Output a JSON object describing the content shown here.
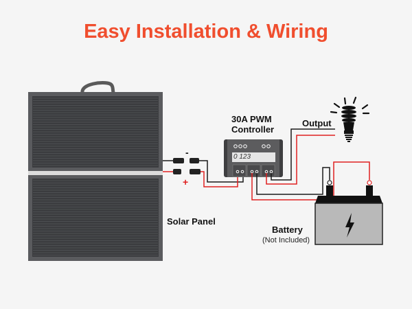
{
  "title": "Easy Installation & Wiring",
  "labels": {
    "solar_panel": "Solar Panel",
    "controller_line1": "30A PWM",
    "controller_line2": "Controller",
    "output": "Output",
    "battery": "Battery",
    "battery_note": "(Not Included)",
    "display_value": "0 123",
    "minus_sign": "-",
    "plus_sign": "+"
  },
  "colors": {
    "title": "#f04e2e",
    "positive_wire": "#e02020",
    "negative_wire": "#1a1a1a",
    "panel": "#3e3f42",
    "battery_body": "#b9b9b9"
  },
  "icons": {
    "bulb": "light-bulb-icon",
    "bolt": "lightning-bolt-icon"
  }
}
